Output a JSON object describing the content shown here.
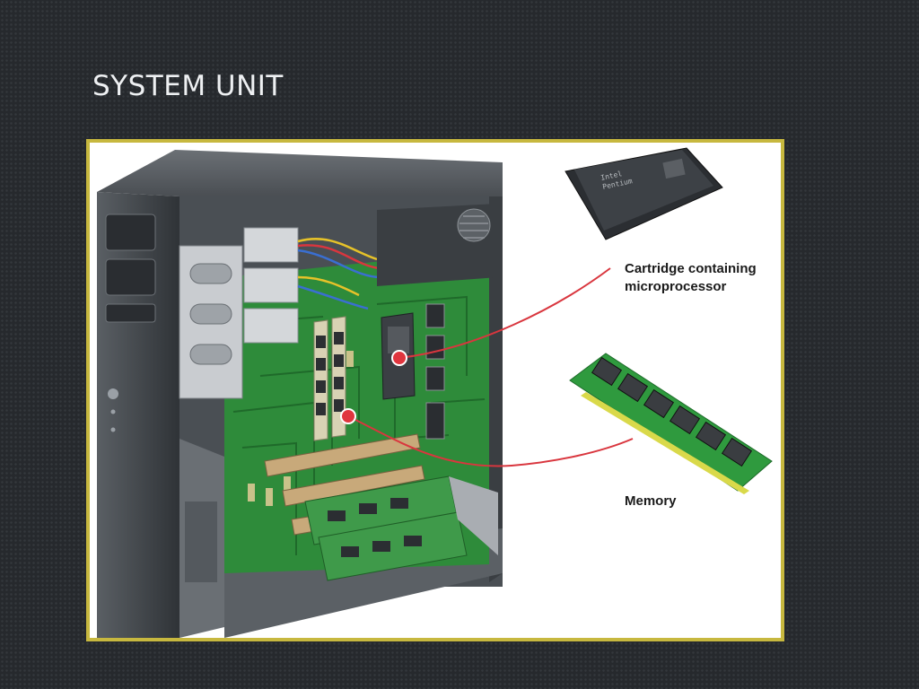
{
  "slide": {
    "title": "SYSTEM UNIT"
  },
  "figure": {
    "callouts": {
      "cpu_line1": "Cartridge containing",
      "cpu_line2": "microprocessor",
      "memory": "Memory"
    },
    "chip_marking_line1": "Intel",
    "chip_marking_line2": "Pentium",
    "colors": {
      "frame_border": "#c7b83f",
      "callout_line": "#d9363e",
      "board_green": "#2e8b3a",
      "case_gray": "#3f4347"
    }
  }
}
